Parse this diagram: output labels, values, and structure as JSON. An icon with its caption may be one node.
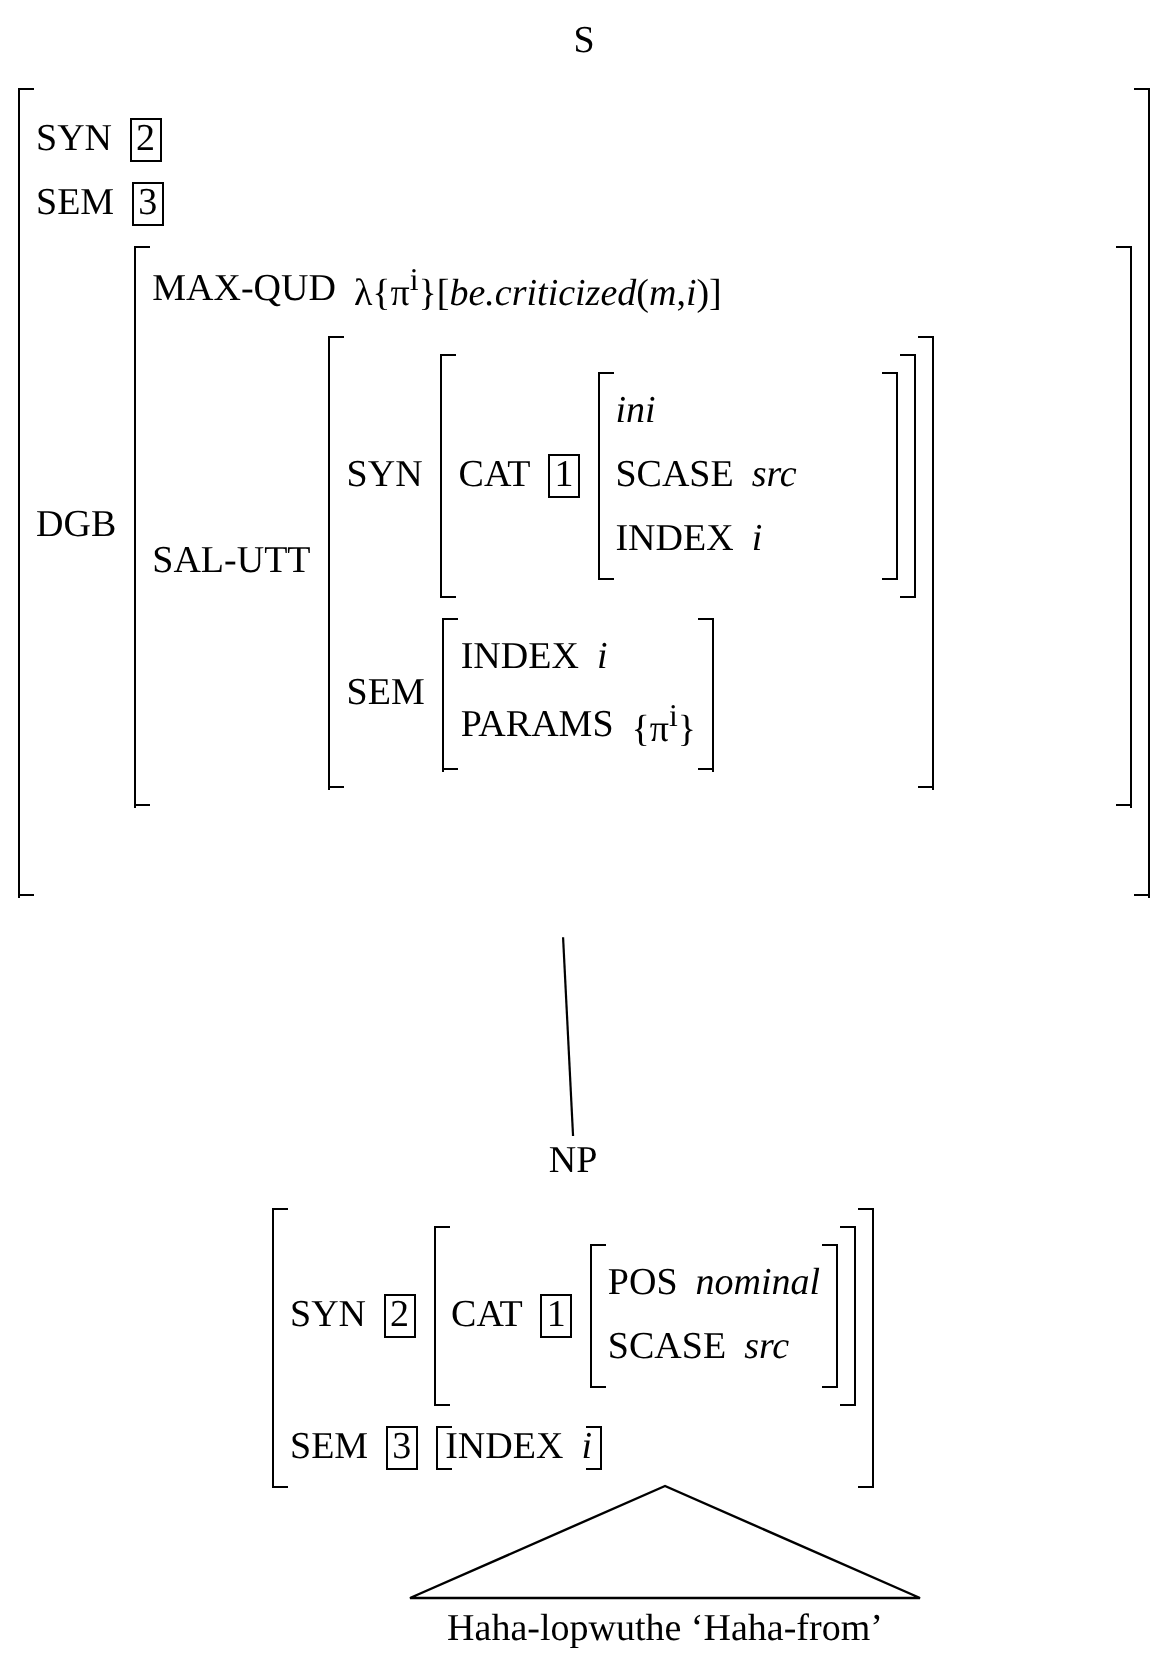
{
  "diagram": {
    "nodes": [
      {
        "text": [
          "S"
        ]
      },
      {
        "text": [
          "NP"
        ]
      },
      {
        "text": [],
        "shape": "triangle",
        "beside": [
          "Haha-lopwuthe ‘Haha-from’"
        ]
      }
    ],
    "edges": [
      {
        "from": 0,
        "to": 1,
        "arrow": "none"
      }
    ],
    "labels": [
      "SYN",
      "2",
      "SEM",
      "3",
      "DGB",
      "MAX-QUD",
      "λ{π$^{i}$}[*be.criticized*(*m*,*i*)]",
      "SAL-UTT",
      "SYN",
      "CAT",
      "1",
      "ini",
      "SCASE",
      "src",
      "INDEX",
      "i",
      "SEM",
      "INDEX",
      "i",
      "PARAMS",
      "{π$^{i}$}",
      "SYN",
      "2",
      "CAT",
      "1",
      "POS",
      "nominal",
      "SCASE",
      "src",
      "SEM",
      "3",
      "INDEX",
      "i"
    ]
  }
}
